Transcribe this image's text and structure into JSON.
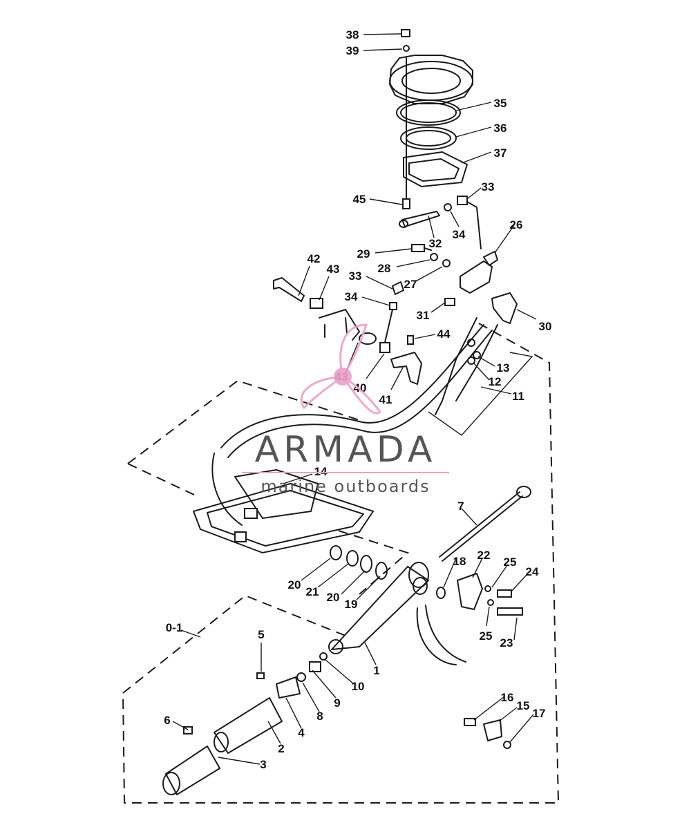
{
  "callouts": [
    {
      "id": "c38",
      "label": "38"
    },
    {
      "id": "c39",
      "label": "39"
    },
    {
      "id": "c35",
      "label": "35"
    },
    {
      "id": "c36",
      "label": "36"
    },
    {
      "id": "c37",
      "label": "37"
    },
    {
      "id": "c45",
      "label": "45"
    },
    {
      "id": "c33a",
      "label": "33"
    },
    {
      "id": "c34a",
      "label": "34"
    },
    {
      "id": "c32",
      "label": "32"
    },
    {
      "id": "c26",
      "label": "26"
    },
    {
      "id": "c29",
      "label": "29"
    },
    {
      "id": "c28",
      "label": "28"
    },
    {
      "id": "c27",
      "label": "27"
    },
    {
      "id": "c33b",
      "label": "33"
    },
    {
      "id": "c42",
      "label": "42"
    },
    {
      "id": "c43a",
      "label": "43"
    },
    {
      "id": "c34b",
      "label": "34"
    },
    {
      "id": "c31",
      "label": "31"
    },
    {
      "id": "c30",
      "label": "30"
    },
    {
      "id": "c44",
      "label": "44"
    },
    {
      "id": "c43b",
      "label": "43"
    },
    {
      "id": "c40",
      "label": "40"
    },
    {
      "id": "c41",
      "label": "41"
    },
    {
      "id": "c13",
      "label": "13"
    },
    {
      "id": "c12",
      "label": "12"
    },
    {
      "id": "c11",
      "label": "11"
    },
    {
      "id": "c14",
      "label": "14"
    },
    {
      "id": "c7",
      "label": "7"
    },
    {
      "id": "c18",
      "label": "18"
    },
    {
      "id": "c22",
      "label": "22"
    },
    {
      "id": "c25a",
      "label": "25"
    },
    {
      "id": "c24",
      "label": "24"
    },
    {
      "id": "c20a",
      "label": "20"
    },
    {
      "id": "c21",
      "label": "21"
    },
    {
      "id": "c20b",
      "label": "20"
    },
    {
      "id": "c19",
      "label": "19"
    },
    {
      "id": "c25b",
      "label": "25"
    },
    {
      "id": "c23",
      "label": "23"
    },
    {
      "id": "c0-1",
      "label": "0-1"
    },
    {
      "id": "c5",
      "label": "5"
    },
    {
      "id": "c1",
      "label": "1"
    },
    {
      "id": "c10",
      "label": "10"
    },
    {
      "id": "c9",
      "label": "9"
    },
    {
      "id": "c8",
      "label": "8"
    },
    {
      "id": "c4",
      "label": "4"
    },
    {
      "id": "c6",
      "label": "6"
    },
    {
      "id": "c2",
      "label": "2"
    },
    {
      "id": "c3",
      "label": "3"
    },
    {
      "id": "c16",
      "label": "16"
    },
    {
      "id": "c15",
      "label": "15"
    },
    {
      "id": "c17",
      "label": "17"
    }
  ],
  "watermark": {
    "brand": "ARMADA",
    "tagline": "marine outboards",
    "accent_color": "#e8a0c8",
    "text_color": "#555555"
  }
}
